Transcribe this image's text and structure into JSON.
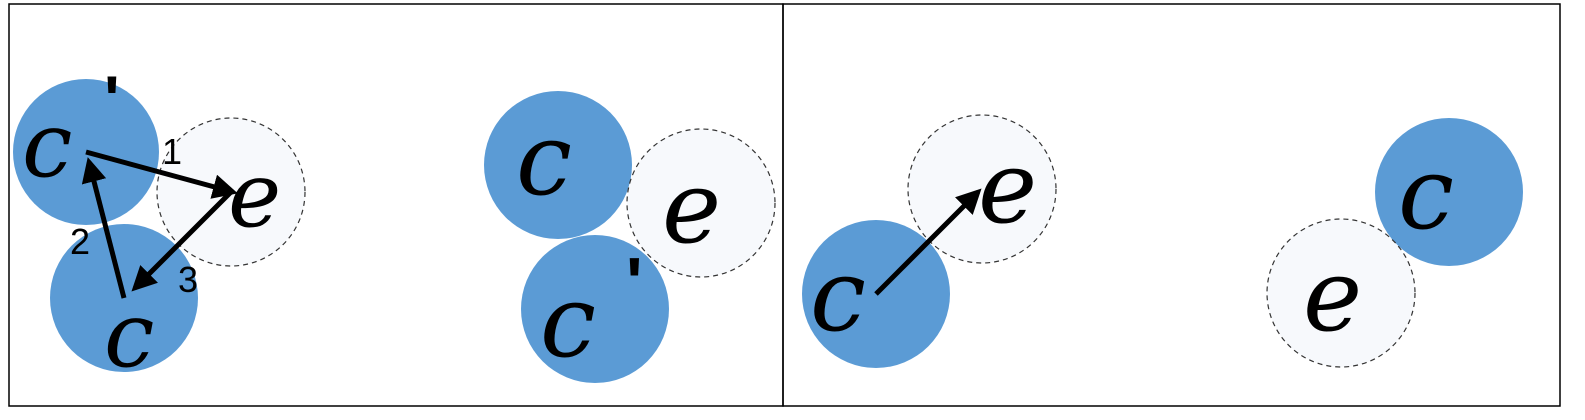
{
  "colors": {
    "filled_circle": "#5b9bd5",
    "empty_circle_fill": "#f7f9fc",
    "empty_circle_stroke": "#333333",
    "frame": "#000000",
    "arrow": "#000000"
  },
  "panel_left": {
    "scene_a": {
      "c_prime": {
        "letter": "c",
        "prime": "'"
      },
      "e": {
        "letter": "e"
      },
      "c": {
        "letter": "c"
      },
      "steps": [
        "1",
        "2",
        "3"
      ]
    },
    "scene_b": {
      "c": {
        "letter": "c"
      },
      "e": {
        "letter": "e"
      },
      "c_prime": {
        "letter": "c",
        "prime": "'"
      }
    }
  },
  "panel_right": {
    "scene_c": {
      "e": {
        "letter": "e"
      },
      "c": {
        "letter": "c"
      }
    },
    "scene_d": {
      "c": {
        "letter": "c"
      },
      "e": {
        "letter": "e"
      }
    }
  }
}
